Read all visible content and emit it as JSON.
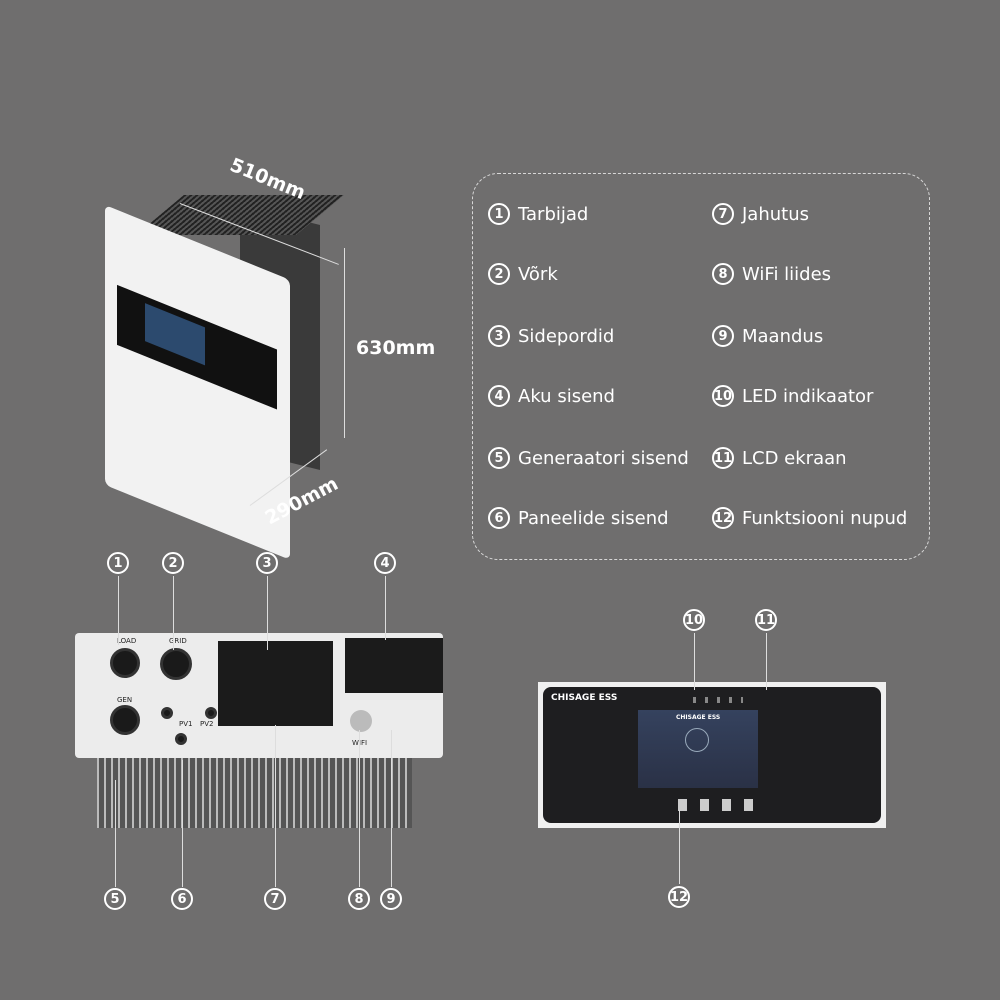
{
  "dimensions": {
    "width": "510mm",
    "height": "630mm",
    "depth": "290mm"
  },
  "legend": [
    {
      "n": "1",
      "label": "Tarbijad"
    },
    {
      "n": "2",
      "label": "Võrk"
    },
    {
      "n": "3",
      "label": "Sidepordid"
    },
    {
      "n": "4",
      "label": "Aku sisend"
    },
    {
      "n": "5",
      "label": "Generaatori sisend"
    },
    {
      "n": "6",
      "label": "Paneelide sisend"
    },
    {
      "n": "7",
      "label": "Jahutus"
    },
    {
      "n": "8",
      "label": "WiFi liides"
    },
    {
      "n": "9",
      "label": "Maandus"
    },
    {
      "n": "10",
      "label": "LED indikaator"
    },
    {
      "n": "11",
      "label": "LCD ekraan"
    },
    {
      "n": "12",
      "label": "Funktsiooni nupud"
    }
  ],
  "bottom_labels": {
    "load": "LOAD",
    "grid": "GRID",
    "gen": "GEN",
    "pv1": "PV1",
    "pv2": "PV2",
    "wifi": "WIFI"
  },
  "panel": {
    "brand": "CHISAGE ESS",
    "screen_title": "CHISAGE ESS"
  },
  "colors": {
    "background": "#6f6e6e",
    "panel": "#1e1e20",
    "screen": "#2c3a55"
  }
}
